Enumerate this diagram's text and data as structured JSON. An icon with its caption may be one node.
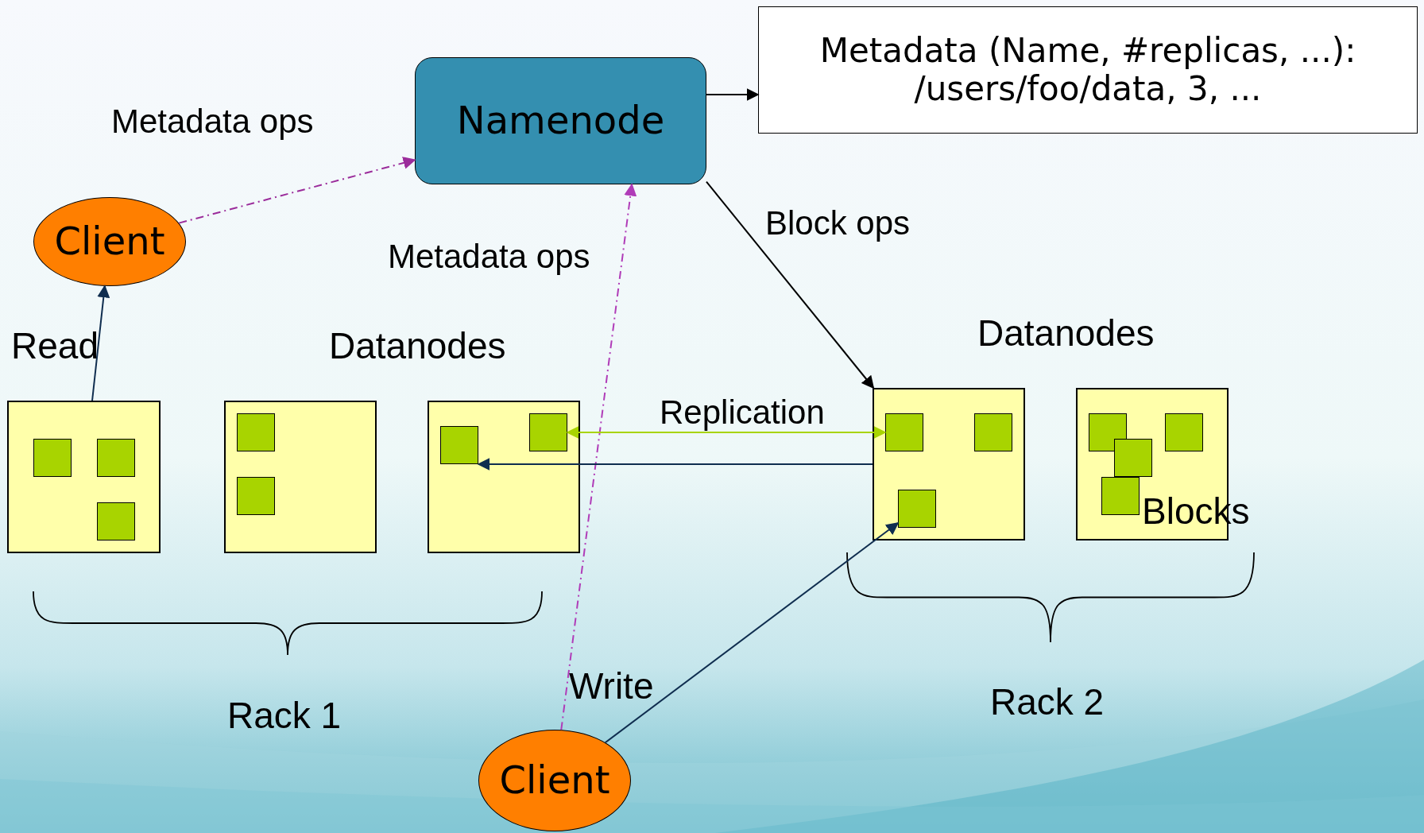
{
  "diagram": {
    "nodes": [
      {
        "text": [
          "Namenode"
        ]
      },
      {
        "text": [
          "Metadata (Name, #replicas, ...):",
          "/users/foo/data, 3, ..."
        ]
      },
      {
        "text": [
          "Client"
        ]
      },
      {
        "text": [
          "Client"
        ]
      },
      {
        "text": [],
        "shape": "box"
      },
      {
        "text": [],
        "shape": "box"
      },
      {
        "text": [],
        "shape": "box"
      },
      {
        "text": [],
        "shape": "box"
      },
      {
        "text": [],
        "shape": "box"
      },
      {
        "text": [],
        "shape": "box",
        "in": 4
      },
      {
        "text": [],
        "shape": "box",
        "in": 4
      },
      {
        "text": [],
        "shape": "box",
        "in": 4
      },
      {
        "text": [],
        "shape": "box",
        "in": 5
      },
      {
        "text": [],
        "shape": "box",
        "in": 5
      },
      {
        "text": [],
        "shape": "box",
        "in": 6
      },
      {
        "text": [],
        "shape": "box",
        "in": 6
      },
      {
        "text": [],
        "shape": "box",
        "in": 7
      },
      {
        "text": [],
        "shape": "box",
        "in": 7
      },
      {
        "text": [],
        "shape": "box",
        "in": 7
      },
      {
        "text": [],
        "shape": "box",
        "in": 8
      },
      {
        "text": [],
        "shape": "box",
        "in": 8
      },
      {
        "text": [],
        "shape": "box",
        "in": 8
      },
      {
        "text": [],
        "shape": "box",
        "in": 8
      }
    ],
    "edges": [
      {
        "from": 2,
        "to": 0,
        "arrow": "to",
        "label": "Metadata ops",
        "style": "dashed",
        "color": "#9b2c9b"
      },
      {
        "from": 3,
        "to": 0,
        "arrow": "to",
        "label": "Metadata ops",
        "style": "dashed",
        "color": "#b03cb8"
      },
      {
        "from": 0,
        "to": 1,
        "arrow": "to",
        "color": "#000000"
      },
      {
        "from": 0,
        "to": 7,
        "arrow": "to",
        "label": "Block ops",
        "color": "#000000"
      },
      {
        "from": 16,
        "to": 15,
        "arrow": "both",
        "label": "Replication",
        "color": "#a8d400"
      },
      {
        "from": 7,
        "to": 14,
        "arrow": "to"
      },
      {
        "from": 4,
        "to": 2,
        "arrow": "to",
        "label": "Read"
      },
      {
        "from": 3,
        "to": 18,
        "arrow": "to",
        "label": "Write"
      }
    ],
    "labels": [
      "Datanodes",
      "Datanodes",
      "Rack 1",
      "Rack 2",
      "Blocks"
    ]
  }
}
